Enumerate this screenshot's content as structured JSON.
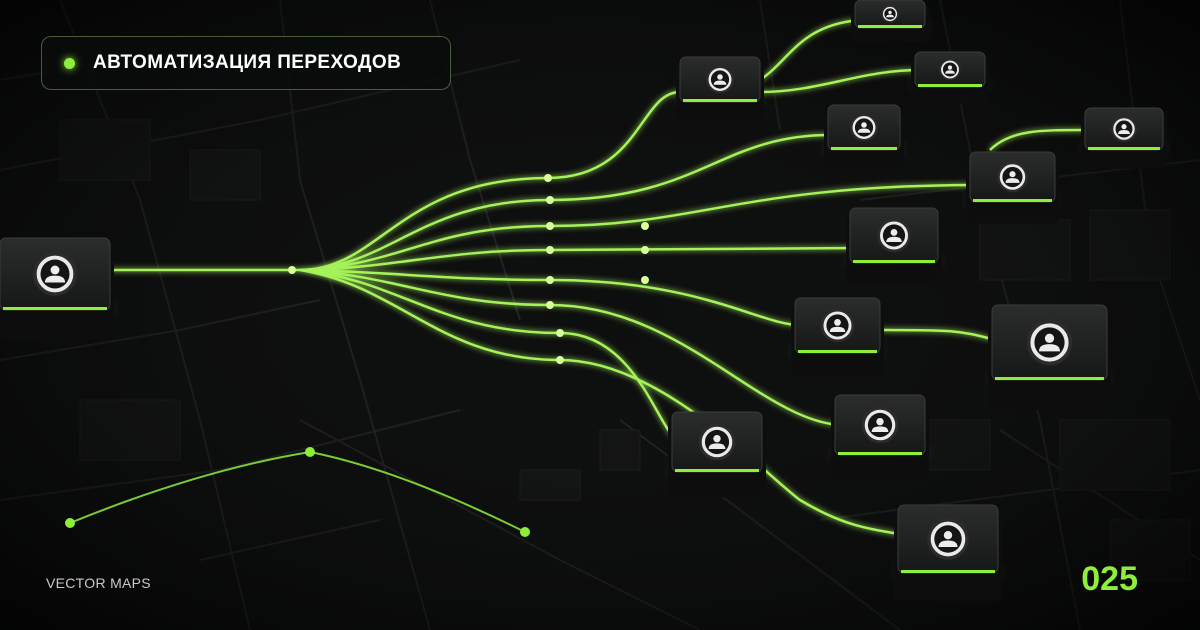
{
  "header": {
    "title": "АВТОМАТИЗАЦИЯ ПЕРЕХОДОВ"
  },
  "footer": {
    "brand": "VECTOR MAPS",
    "number": "025"
  },
  "colors": {
    "accent": "#8eef3a",
    "background": "#0b0c0c",
    "node_face": "#1c1e1d",
    "node_side": "#0c0d0c",
    "map_lines": "#262828"
  },
  "icons": {
    "node": "user-avatar-icon",
    "title_marker": "green-dot-icon"
  }
}
